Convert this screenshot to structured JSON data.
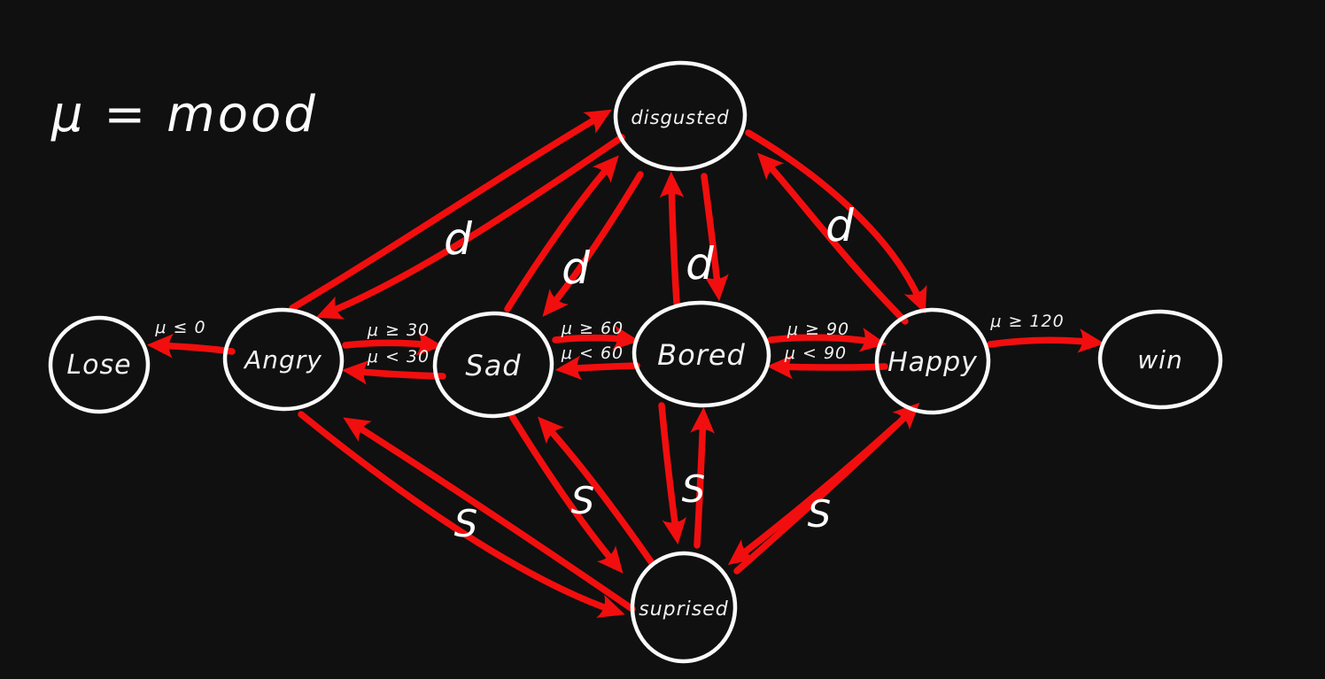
{
  "canvas": {
    "background_color": "#101010",
    "ink_color": "#f2f2f2",
    "arrow_color": "#f20e0e"
  },
  "legend": "μ = mood",
  "nodes": {
    "lose": "Lose",
    "angry": "Angry",
    "sad": "Sad",
    "bored": "Bored",
    "happy": "Happy",
    "win": "win",
    "disgusted": "disgusted",
    "suprised": "suprised"
  },
  "edge_labels": {
    "angry_to_lose": "μ ≤ 0",
    "angry_to_sad": "μ ≥ 30",
    "sad_to_angry": "μ < 30",
    "sad_to_bored": "μ ≥ 60",
    "bored_to_sad": "μ < 60",
    "bored_to_happy": "μ ≥ 90",
    "happy_to_bored": "μ < 90",
    "happy_to_win": "μ ≥ 120",
    "disgust_trigger": "d",
    "surprise_trigger": "S"
  }
}
